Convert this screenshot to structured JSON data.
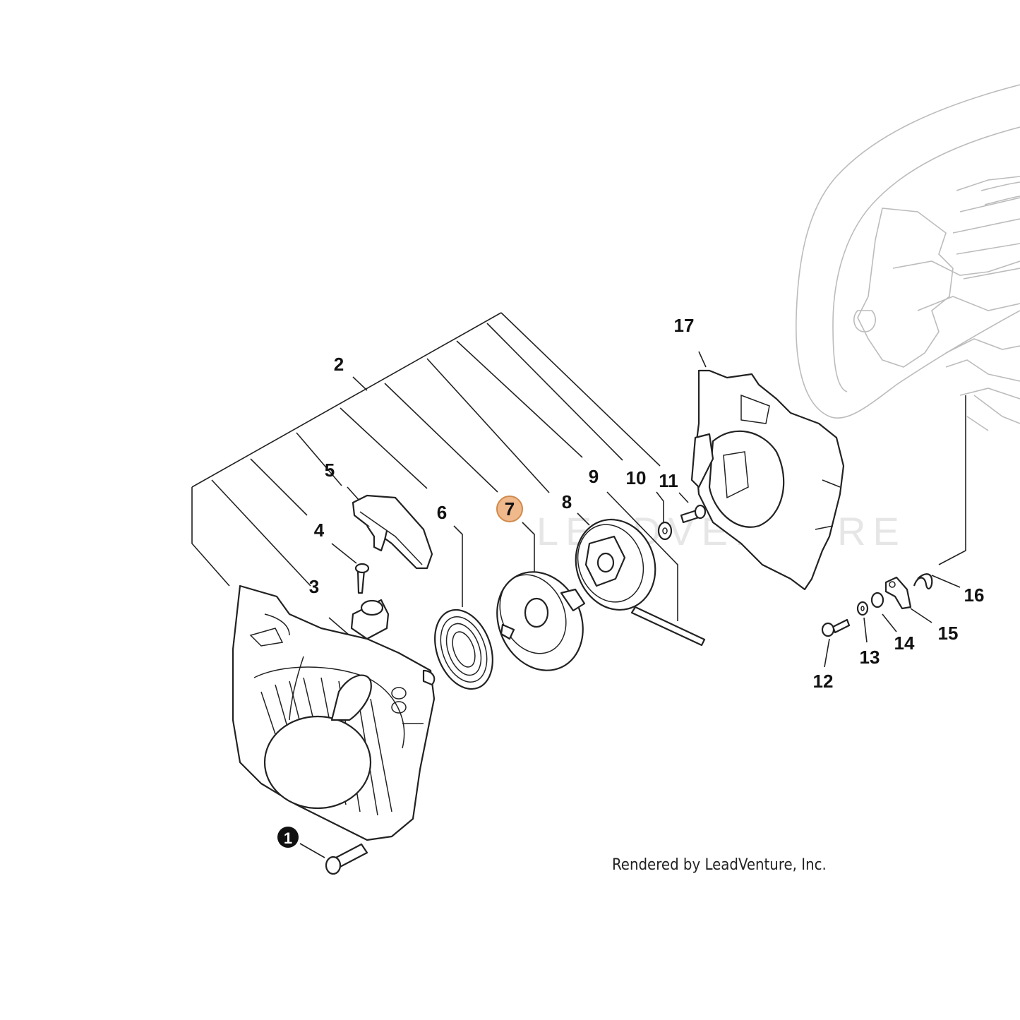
{
  "callouts": [
    {
      "id": "label-2",
      "text": "2"
    },
    {
      "id": "label-3",
      "text": "3"
    },
    {
      "id": "label-4",
      "text": "4"
    },
    {
      "id": "label-5",
      "text": "5"
    },
    {
      "id": "label-6",
      "text": "6"
    },
    {
      "id": "label-7",
      "text": "7",
      "highlighted": true
    },
    {
      "id": "label-8",
      "text": "8"
    },
    {
      "id": "label-9",
      "text": "9"
    },
    {
      "id": "label-10",
      "text": "10"
    },
    {
      "id": "label-11",
      "text": "11"
    },
    {
      "id": "label-12",
      "text": "12"
    },
    {
      "id": "label-13",
      "text": "13"
    },
    {
      "id": "label-14",
      "text": "14"
    },
    {
      "id": "label-15",
      "text": "15"
    },
    {
      "id": "label-16",
      "text": "16"
    },
    {
      "id": "label-17",
      "text": "17"
    }
  ],
  "ref_marker": {
    "text": "1"
  },
  "watermark": "LEADVENTURE",
  "credit": "Rendered by LeadVenture, Inc.",
  "colors": {
    "highlight_fill": "#efb98c",
    "highlight_stroke": "#d18a4c",
    "ink": "#222222",
    "ghost": "#bcbcbc"
  }
}
